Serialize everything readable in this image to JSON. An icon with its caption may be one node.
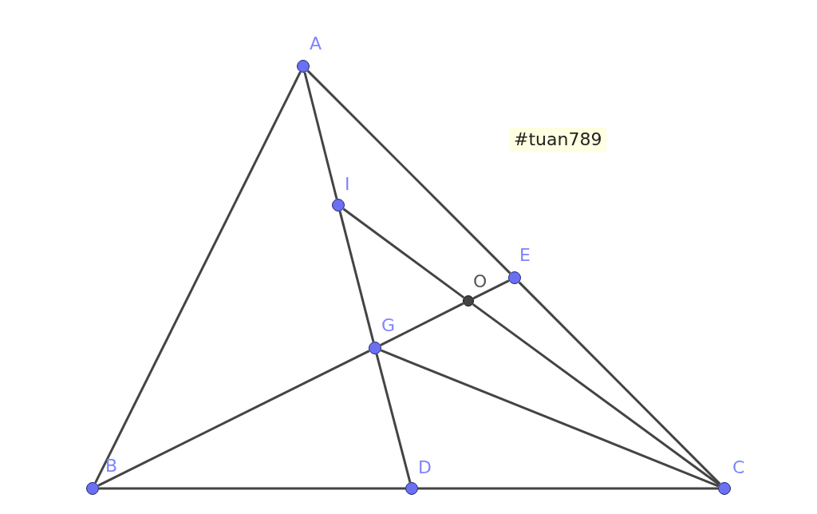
{
  "diagram": {
    "nodes": [
      {
        "text": [
          "A"
        ]
      },
      {
        "text": [
          "B"
        ]
      },
      {
        "text": [
          "C"
        ]
      },
      {
        "text": [
          "D"
        ]
      },
      {
        "text": [
          "E"
        ]
      },
      {
        "text": [
          "G"
        ]
      },
      {
        "text": [
          "I"
        ]
      },
      {
        "text": [
          "O"
        ]
      }
    ],
    "edges": [
      {
        "from": 0,
        "to": 1,
        "arrow": "none"
      },
      {
        "from": 0,
        "to": 4,
        "arrow": "none"
      },
      {
        "from": 4,
        "to": 2,
        "arrow": "none"
      },
      {
        "from": 1,
        "to": 3,
        "arrow": "none"
      },
      {
        "from": 3,
        "to": 2,
        "arrow": "none"
      },
      {
        "from": 0,
        "to": 6,
        "arrow": "none"
      },
      {
        "from": 6,
        "to": 5,
        "arrow": "none"
      },
      {
        "from": 5,
        "to": 3,
        "arrow": "none"
      },
      {
        "from": 1,
        "to": 5,
        "arrow": "none"
      },
      {
        "from": 5,
        "to": 7,
        "arrow": "none"
      },
      {
        "from": 7,
        "to": 4,
        "arrow": "none"
      },
      {
        "from": 6,
        "to": 7,
        "arrow": "none"
      },
      {
        "from": 7,
        "to": 2,
        "arrow": "none"
      },
      {
        "from": 5,
        "to": 2,
        "arrow": "none"
      }
    ],
    "labels": [
      "#tuan789"
    ]
  }
}
